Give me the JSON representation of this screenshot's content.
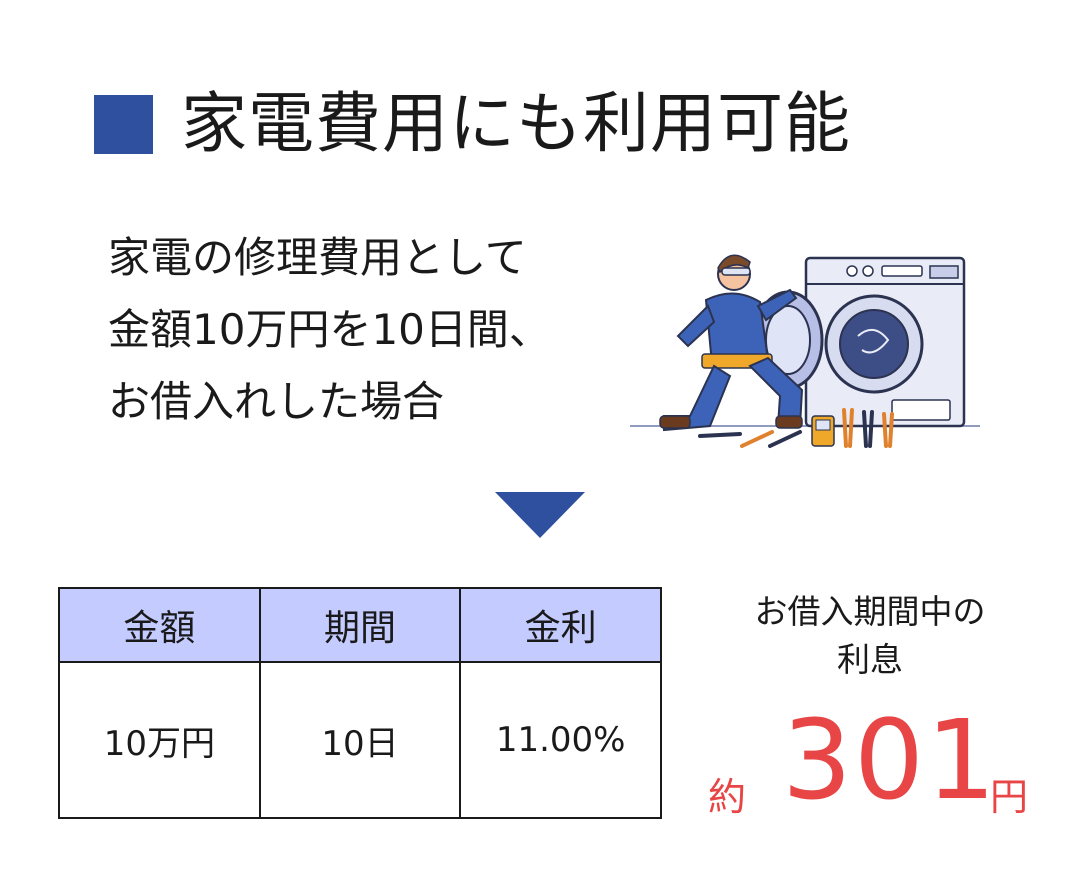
{
  "title": "家電費用にも利用可能",
  "description": [
    "家電の修理費用として",
    "金額10万円を10日間、",
    "お借入れした場合"
  ],
  "table": {
    "headers": [
      "金額",
      "期間",
      "金利"
    ],
    "rows": [
      [
        "10万円",
        "10日",
        "11.00%"
      ]
    ]
  },
  "interest": {
    "label_lines": [
      "お借入期間中の",
      "利息"
    ],
    "prefix": "約",
    "amount": "301",
    "unit": "円"
  },
  "colors": {
    "accent": "#2f4f9f",
    "header_bg": "#c3cbff",
    "highlight": "#e84646"
  },
  "icons": [
    "repairman-illustration",
    "washing-machine-icon",
    "arrow-down-icon"
  ]
}
